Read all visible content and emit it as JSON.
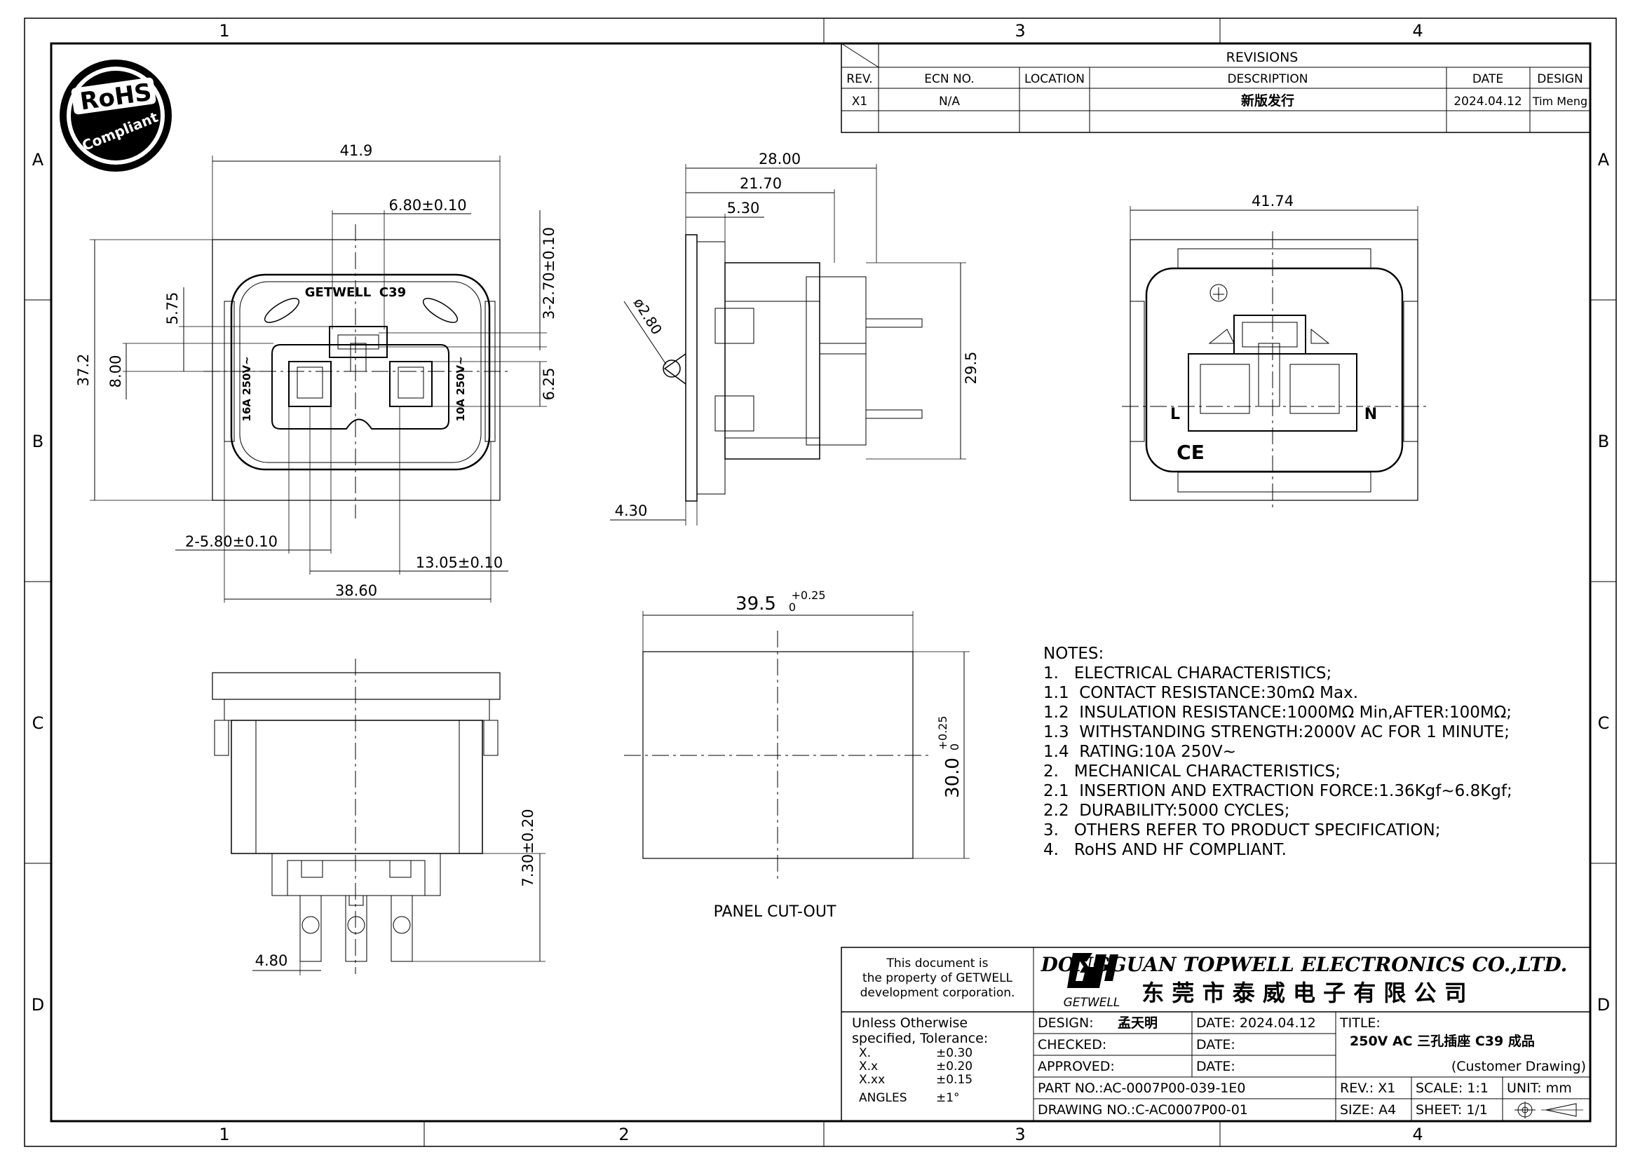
{
  "frame": {
    "top_zones": [
      "1",
      "3",
      "4"
    ],
    "bottom_zones": [
      "1",
      "2",
      "3",
      "4"
    ],
    "left_zones": [
      "A",
      "B",
      "C",
      "D"
    ],
    "right_zones": [
      "A",
      "B",
      "C",
      "D"
    ]
  },
  "rohs_logo": {
    "line1": "RoHS",
    "line2": "Compliant"
  },
  "revisions": {
    "title": "REVISIONS",
    "headers": [
      "REV.",
      "ECN NO.",
      "LOCATION",
      "DESCRIPTION",
      "DATE",
      "DESIGN"
    ],
    "rows": [
      [
        "X1",
        "N/A",
        "",
        "新版发行",
        "2024.04.12",
        "Tim Meng"
      ]
    ]
  },
  "front_view": {
    "brand_text": "GETWELL",
    "model_text": "C39",
    "left_rating": "16A 250V~",
    "right_rating": "10A 250V~",
    "dims": {
      "width": "41.9",
      "pin_gap": "6.80±0.10",
      "top_pin": "3-2.70±0.10",
      "left_offset": "5.75",
      "height": "37.2",
      "inner_h": "8.00",
      "pin_h": "6.25",
      "pin_w": "2-5.80±0.10",
      "pin_span": "13.05±0.10",
      "flange": "38.60"
    }
  },
  "side_view": {
    "dims": {
      "d1": "28.00",
      "d2": "21.70",
      "d3": "5.30",
      "hole": "ø2.80",
      "height": "29.5",
      "base": "4.30"
    }
  },
  "rear_view": {
    "dims": {
      "width": "41.74"
    },
    "label_l": "L",
    "label_n": "N",
    "ce_mark": "CE"
  },
  "bottom_view": {
    "dims": {
      "pin_len": "7.30±0.20",
      "pin_w": "4.80"
    }
  },
  "panel_cutout": {
    "label": "PANEL CUT-OUT",
    "width_base": "39.5",
    "width_tol_upper": "+0.25",
    "width_tol_lower": "0",
    "height_base": "30.0",
    "height_tol_upper": "+0.25",
    "height_tol_lower": "0"
  },
  "notes": {
    "title": "NOTES:",
    "lines": [
      "1.   ELECTRICAL CHARACTERISTICS;",
      "1.1  CONTACT RESISTANCE:30mΩ Max.",
      "1.2  INSULATION RESISTANCE:1000MΩ Min,AFTER:100MΩ;",
      "1.3  WITHSTANDING STRENGTH:2000V AC FOR 1 MINUTE;",
      "1.4  RATING:10A 250V~",
      "2.   MECHANICAL CHARACTERISTICS;",
      "2.1  INSERTION AND EXTRACTION FORCE:1.36Kgf~6.8Kgf;",
      "2.2  DURABILITY:5000 CYCLES;",
      "3.   OTHERS REFER TO PRODUCT SPECIFICATION;",
      "4.   RoHS AND HF COMPLIANT."
    ]
  },
  "title_block": {
    "property": [
      "This document is",
      "the property of GETWELL",
      "development corporation."
    ],
    "company_en": "DONGGUAN TOPWELL ELECTRONICS CO.,LTD.",
    "company_cn": "东 莞 市 泰 威 电 子 有 限 公 司",
    "logo_text": "GETWELL",
    "tolerance": {
      "title": [
        "Unless Otherwise",
        "specified, Tolerance:"
      ],
      "rows": [
        [
          "X.",
          "±0.30"
        ],
        [
          "X.x",
          "±0.20"
        ],
        [
          "X.xx",
          "±0.15"
        ],
        [
          "ANGLES",
          "±1°"
        ]
      ]
    },
    "design_label": "DESIGN:",
    "design_value": "孟天明",
    "date1_label": "DATE: 2024.04.12",
    "checked_label": "CHECKED:",
    "date2_label": "DATE:",
    "approved_label": "APPROVED:",
    "date3_label": "DATE:",
    "part_no": "PART NO.:AC-0007P00-039-1E0",
    "drawing_no": "DRAWING NO.:C-AC0007P00-01",
    "title_label": "TITLE:",
    "title_value": "250V AC 三孔插座  C39 成品",
    "customer": "(Customer Drawing)",
    "rev": "REV.: X1",
    "scale": "SCALE: 1:1",
    "unit": "UNIT: mm",
    "size": "SIZE: A4",
    "sheet": "SHEET: 1/1"
  }
}
